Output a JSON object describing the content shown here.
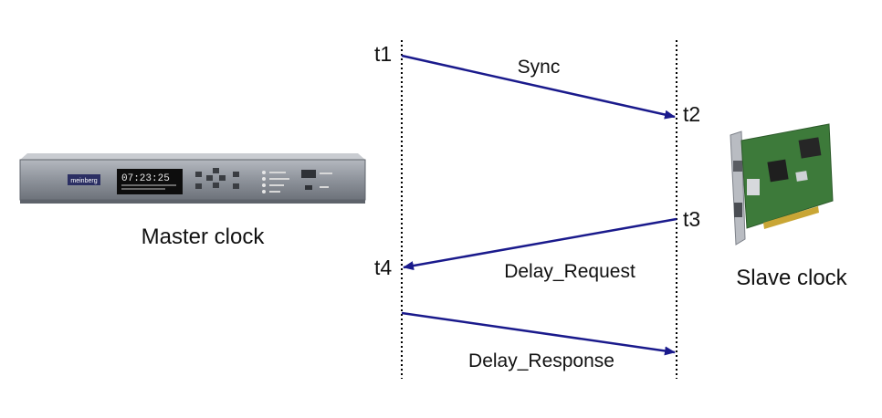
{
  "master": {
    "label": "Master clock",
    "display_time": "07:23:25",
    "brand": "meinberg"
  },
  "slave": {
    "label": "Slave clock"
  },
  "timestamps": {
    "t1": "t1",
    "t2": "t2",
    "t3": "t3",
    "t4": "t4"
  },
  "messages": {
    "sync": "Sync",
    "delay_request": "Delay_Request",
    "delay_response": "Delay_Response"
  },
  "colors": {
    "arrow": "#1a1a8c",
    "timeline": "#000000",
    "device_body": "#8e939b",
    "pcb": "#3d7a3a"
  }
}
